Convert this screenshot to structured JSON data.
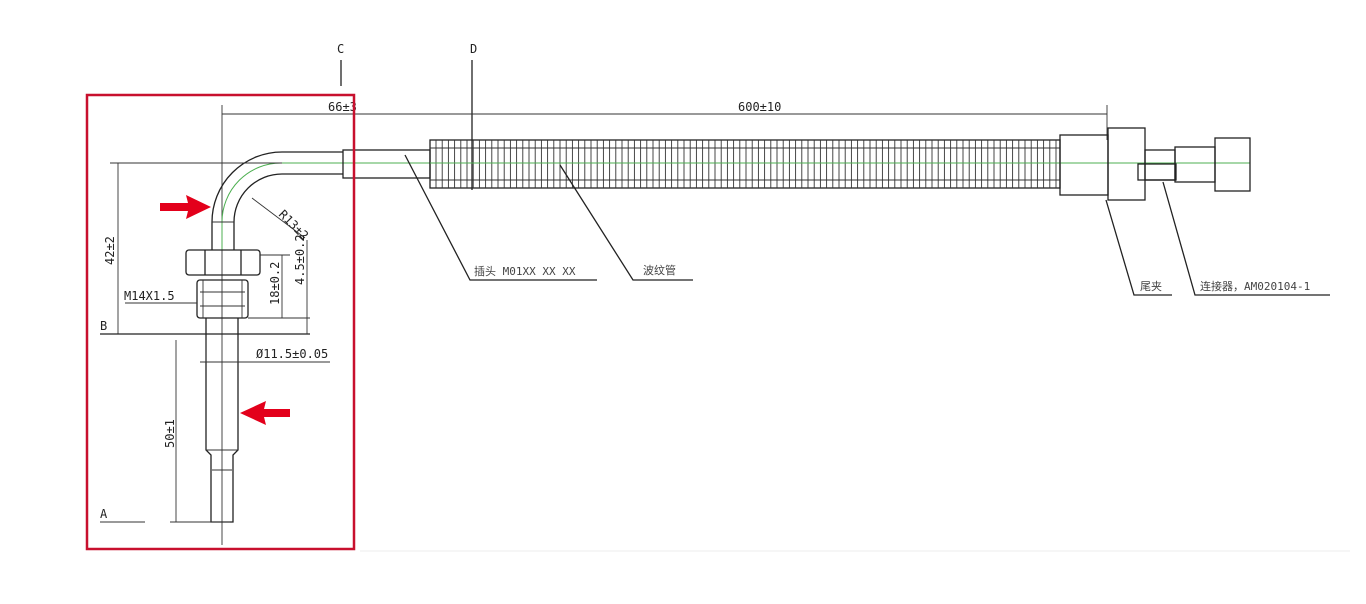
{
  "markers": {
    "c": "C",
    "d": "D",
    "a": "A",
    "b": "B"
  },
  "dimensions": {
    "elbow_length": "66±3",
    "hose_length": "600±10",
    "height": "42±2",
    "radius": "R13±2",
    "nut_offset": "4.5±0.2",
    "thread_length": "18±0.2",
    "thread": "M14X1.5",
    "diameter": "Ø11.5±0.05",
    "probe_length": "50±1"
  },
  "callouts": {
    "sleeve": "插头  M01XX XX XX",
    "bellows": "波纹管",
    "clamp": "尾夹",
    "connector": "连接器，AM020104-1"
  },
  "colors": {
    "highlight": "#c8102e",
    "arrow": "#e3001b",
    "centerline": "#4caf50"
  }
}
